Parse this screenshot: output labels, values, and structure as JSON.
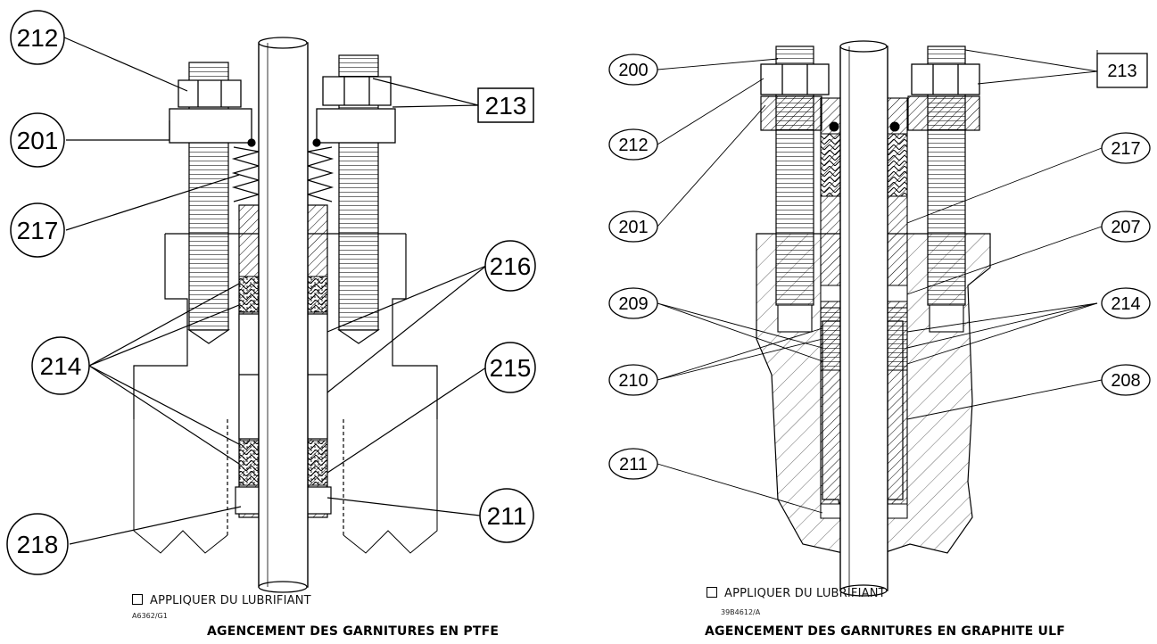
{
  "left_figure": {
    "callouts": {
      "c212": "212",
      "c201": "201",
      "c217": "217",
      "c214": "214",
      "c218": "218",
      "c213": "213",
      "c216": "216",
      "c215": "215",
      "c211": "211"
    },
    "legend": "APPLIQUER DU LUBRIFIANT",
    "drawing_code": "A6362/G1",
    "caption": "AGENCEMENT DES GARNITURES EN PTFE"
  },
  "right_figure": {
    "callouts": {
      "c200": "200",
      "c212": "212",
      "c201": "201",
      "c209": "209",
      "c210": "210",
      "c211": "211",
      "c213": "213",
      "c217": "217",
      "c207": "207",
      "c214": "214",
      "c208": "208"
    },
    "legend": "APPLIQUER DU LUBRIFIANT",
    "drawing_code": "39B4612/A",
    "caption": "AGENCEMENT DES GARNITURES EN GRAPHITE ULF"
  },
  "colors": {
    "line": "#000000",
    "background": "#ffffff"
  }
}
